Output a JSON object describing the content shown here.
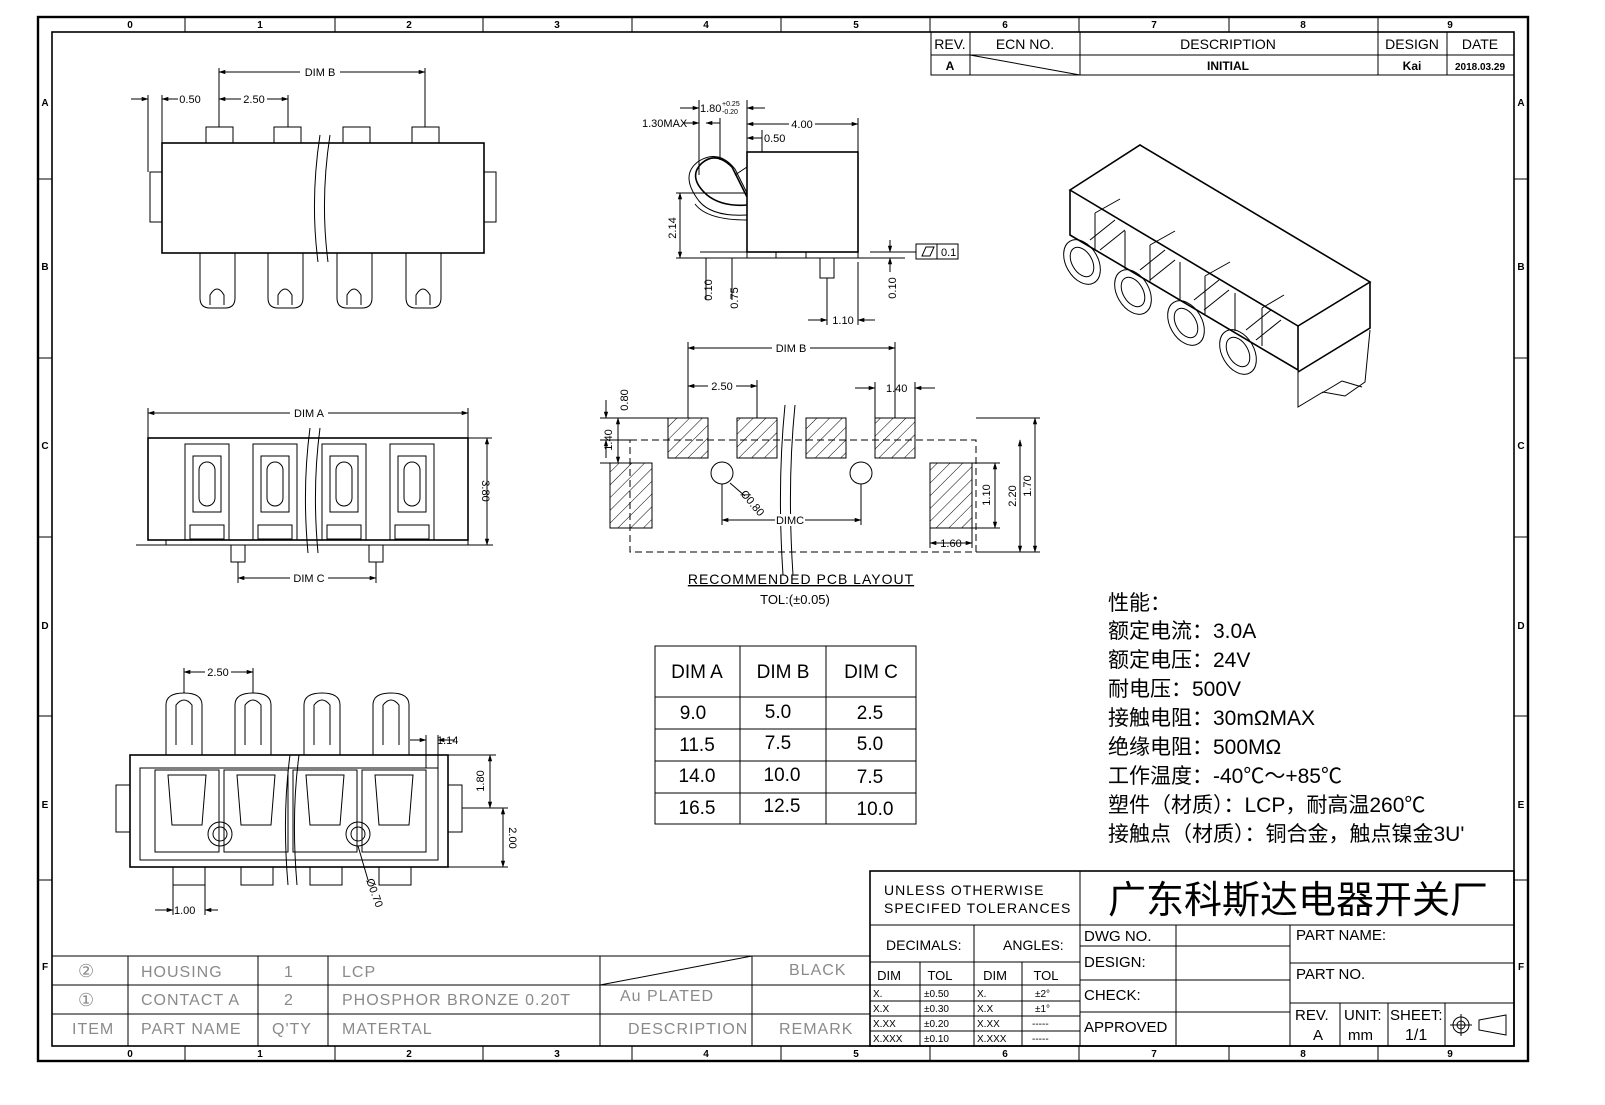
{
  "border": {
    "columns": [
      "0",
      "1",
      "2",
      "3",
      "4",
      "5",
      "6",
      "7",
      "8",
      "9"
    ],
    "rows": [
      "A",
      "B",
      "C",
      "D",
      "E",
      "F"
    ]
  },
  "revision_block": {
    "headers": {
      "rev": "REV.",
      "ecn": "ECN NO.",
      "description": "DESCRIPTION",
      "design": "DESIGN",
      "date": "DATE"
    },
    "row": {
      "rev": "A",
      "description": "INITIAL",
      "design": "Kai",
      "date": "2018.03.29"
    }
  },
  "top_view": {
    "dim_b": "DIM B",
    "d_050": "0.50",
    "d_250": "2.50"
  },
  "side_view": {
    "d_180": "1.80",
    "tol_plus": "+0.25",
    "tol_minus": "-0.20",
    "d_130max": "1.30MAX",
    "d_400": "4.00",
    "d_050": "0.50",
    "d_214": "2.14",
    "d_010a": "0.10",
    "d_075": "0.75",
    "d_010b": "0.10",
    "d_110": "1.10",
    "flatness": "0.1"
  },
  "front_view": {
    "dim_a": "DIM A",
    "d_380": "3.80",
    "dim_c": "DIM C"
  },
  "bottom_view": {
    "d_250": "2.50",
    "d_114": "1.14",
    "d_180": "1.80",
    "d_200": "2.00",
    "d_070": "Ø0.70",
    "d_100": "1.00"
  },
  "pcb_layout": {
    "dim_b": "DIM B",
    "d_250": "2.50",
    "d_140a": "1.40",
    "d_080": "0.80",
    "d_140b": "1.40",
    "d_080hole": "Ø0.80",
    "dim_c": "DIMC",
    "d_110": "1.10",
    "d_220": "2.20",
    "d_170": "1.70",
    "d_160": "1.60",
    "title": "RECOMMENDED PCB LAYOUT",
    "tolerance": "TOL:(±0.05)"
  },
  "dim_table": {
    "headers": [
      "DIM A",
      "DIM B",
      "DIM C"
    ],
    "rows": [
      [
        "9.0",
        "5.0",
        "2.5"
      ],
      [
        "11.5",
        "7.5",
        "5.0"
      ],
      [
        "14.0",
        "10.0",
        "7.5"
      ],
      [
        "16.5",
        "12.5",
        "10.0"
      ]
    ]
  },
  "specs": {
    "title": "性能：",
    "lines": [
      "额定电流：3.0A",
      "额定电压：24V",
      "耐电压：500V",
      "接触电阻：30mΩMAX",
      "绝缘电阻：500MΩ",
      "工作温度：-40℃～+85℃",
      "塑件（材质）：LCP，耐高温260℃",
      "接触点（材质）：铜合金，触点镍金3U'"
    ]
  },
  "title_block": {
    "tolerance_note_1": "UNLESS OTHERWISE",
    "tolerance_note_2": "SPECIFED TOLERANCES",
    "company": "广东科斯达电器开关厂",
    "decimals": "DECIMALS:",
    "angles": "ANGLES:",
    "dim": "DIM",
    "tol": "TOL",
    "decimal_rows": [
      [
        "X.",
        "±0.50"
      ],
      [
        "X.X",
        "±0.30"
      ],
      [
        "X.XX",
        "±0.20"
      ],
      [
        "X.XXX",
        "±0.10"
      ]
    ],
    "angle_rows": [
      [
        "X.",
        "±2°"
      ],
      [
        "X.X",
        "±1°"
      ],
      [
        "X.XX",
        "-----"
      ],
      [
        "X.XXX",
        "-----"
      ]
    ],
    "dwg_no": "DWG NO.",
    "design": "DESIGN:",
    "check": "CHECK:",
    "approved": "APPROVED",
    "part_name": "PART NAME:",
    "part_no": "PART NO.",
    "rev_label": "REV.",
    "rev": "A",
    "unit_label": "UNIT:",
    "unit": "mm",
    "sheet_label": "SHEET:",
    "sheet": "1/1"
  },
  "bom": {
    "headers": {
      "item": "ITEM",
      "part_name": "PART NAME",
      "qty": "Q'TY",
      "material": "MATERTAL",
      "description": "DESCRIPTION",
      "remark": "REMARK"
    },
    "rows": [
      {
        "item": "②",
        "part_name": "HOUSING",
        "qty": "1",
        "material": "LCP",
        "description": "",
        "remark": "BLACK"
      },
      {
        "item": "①",
        "part_name": "CONTACT A",
        "qty": "2",
        "material": "PHOSPHOR BRONZE 0.20T",
        "description": "Au PLATED",
        "remark": ""
      }
    ]
  }
}
